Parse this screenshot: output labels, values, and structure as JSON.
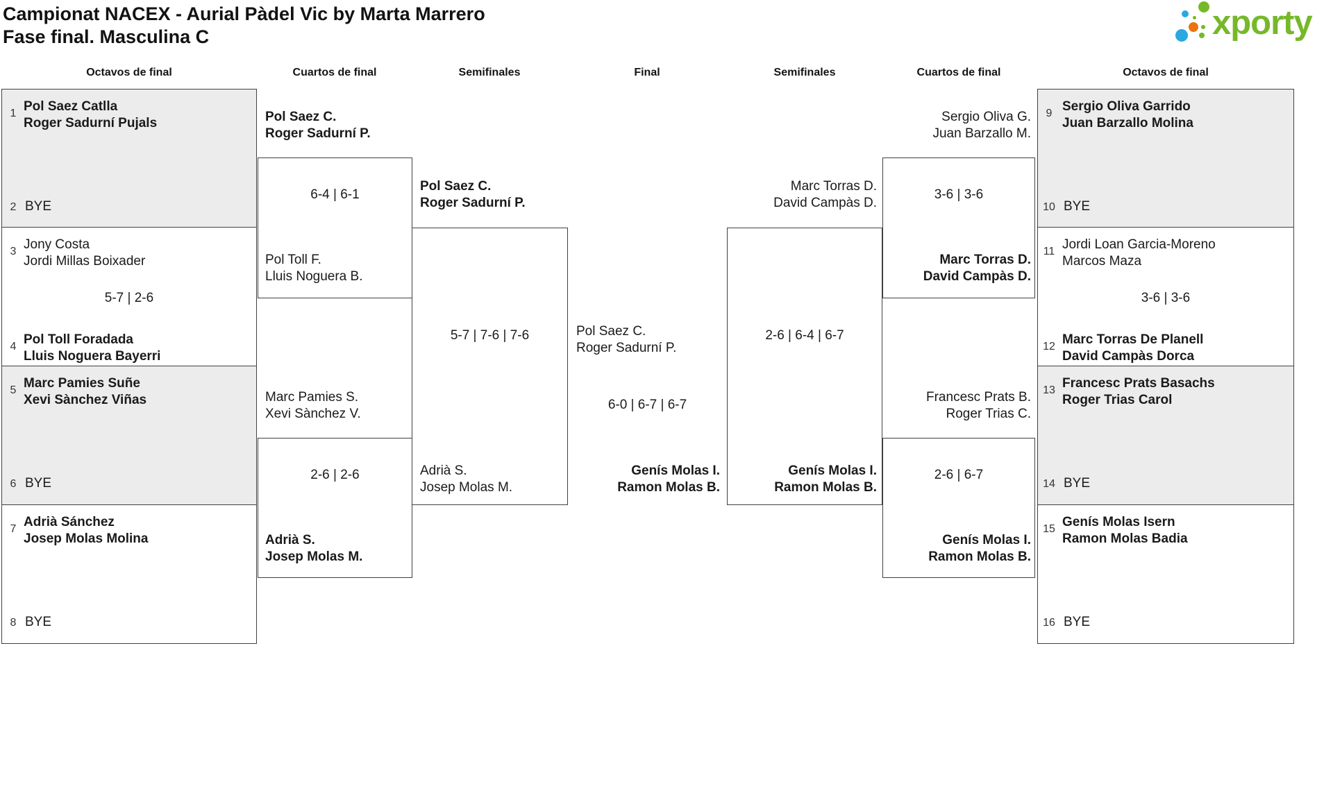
{
  "title": {
    "line1": "Campionat NACEX - Aurial Pàdel Vic by Marta Marrero",
    "line2": "Fase final. Masculina C"
  },
  "logo": {
    "text": "xporty"
  },
  "colors": {
    "brand_green": "#76b82a",
    "brand_blue": "#2aa9e0",
    "brand_orange": "#e87511",
    "box_shade": "#ececec",
    "box_border": "#404040",
    "text": "#1a1a1a"
  },
  "rounds": {
    "octavos_left": "Octavos de final",
    "cuartos_left": "Cuartos de final",
    "semis_left": "Semifinales",
    "final": "Final",
    "semis_right": "Semifinales",
    "cuartos_right": "Cuartos de final",
    "octavos_right": "Octavos de final"
  },
  "r16_left": [
    {
      "seed_top": "1",
      "top1": "Pol Saez Catlla",
      "top2": "Roger Sadurní Pujals",
      "seed_bottom": "2",
      "bye": "BYE"
    },
    {
      "seed_top": "3",
      "top1": "Jony Costa",
      "top2": "Jordi Millas Boixader",
      "score": "5-7 | 2-6",
      "seed_bottom": "4",
      "bottom1": "Pol Toll Foradada",
      "bottom2": "Lluis Noguera Bayerri"
    },
    {
      "seed_top": "5",
      "top1": "Marc Pamies Suñe",
      "top2": "Xevi Sànchez Viñas",
      "seed_bottom": "6",
      "bye": "BYE"
    },
    {
      "seed_top": "7",
      "top1": "Adrià Sánchez",
      "top2": "Josep Molas Molina",
      "seed_bottom": "8",
      "bye": "BYE"
    }
  ],
  "qf_left": [
    {
      "top1": "Pol Saez C.",
      "top2": "Roger Sadurní P.",
      "score": "6-4 | 6-1",
      "bottom1": "Pol Toll F.",
      "bottom2": "Lluis Noguera B."
    },
    {
      "top1": "Marc Pamies S.",
      "top2": "Xevi Sànchez V.",
      "score": "2-6 | 2-6",
      "bottom1": "Adrià S.",
      "bottom2": "Josep Molas M."
    }
  ],
  "sf_left": {
    "top1": "Pol Saez C.",
    "top2": "Roger Sadurní P.",
    "score": "5-7 | 7-6 | 7-6",
    "bottom1": "Adrià S.",
    "bottom2": "Josep Molas M."
  },
  "final": {
    "left1": "Pol Saez C.",
    "left2": "Roger Sadurní P.",
    "score": "6-0 | 6-7 | 6-7",
    "right1": "Genís Molas I.",
    "right2": "Ramon Molas B."
  },
  "sf_right": {
    "top1": "Marc Torras D.",
    "top2": "David Campàs D.",
    "score": "2-6 | 6-4 | 6-7",
    "bottom1": "Genís Molas I.",
    "bottom2": "Ramon Molas B."
  },
  "qf_right": [
    {
      "top1": "Sergio Oliva G.",
      "top2": "Juan Barzallo M.",
      "score": "3-6 | 3-6",
      "bottom1": "Marc Torras D.",
      "bottom2": "David Campàs D."
    },
    {
      "top1": "Francesc Prats B.",
      "top2": "Roger Trias C.",
      "score": "2-6 | 6-7",
      "bottom1": "Genís Molas I.",
      "bottom2": "Ramon Molas B."
    }
  ],
  "r16_right": [
    {
      "seed_top": "9",
      "top1": "Sergio Oliva Garrido",
      "top2": "Juan Barzallo Molina",
      "seed_bottom": "10",
      "bye": "BYE"
    },
    {
      "seed_top": "11",
      "top1": "Jordi Loan Garcia-Moreno",
      "top2": "Marcos Maza",
      "score": "3-6 | 3-6",
      "seed_bottom": "12",
      "bottom1": "Marc Torras De Planell",
      "bottom2": "David Campàs Dorca"
    },
    {
      "seed_top": "13",
      "top1": "Francesc Prats Basachs",
      "top2": "Roger Trias Carol",
      "seed_bottom": "14",
      "bye": "BYE"
    },
    {
      "seed_top": "15",
      "top1": "Genís Molas Isern",
      "top2": "Ramon Molas Badia",
      "seed_bottom": "16",
      "bye": "BYE"
    }
  ]
}
